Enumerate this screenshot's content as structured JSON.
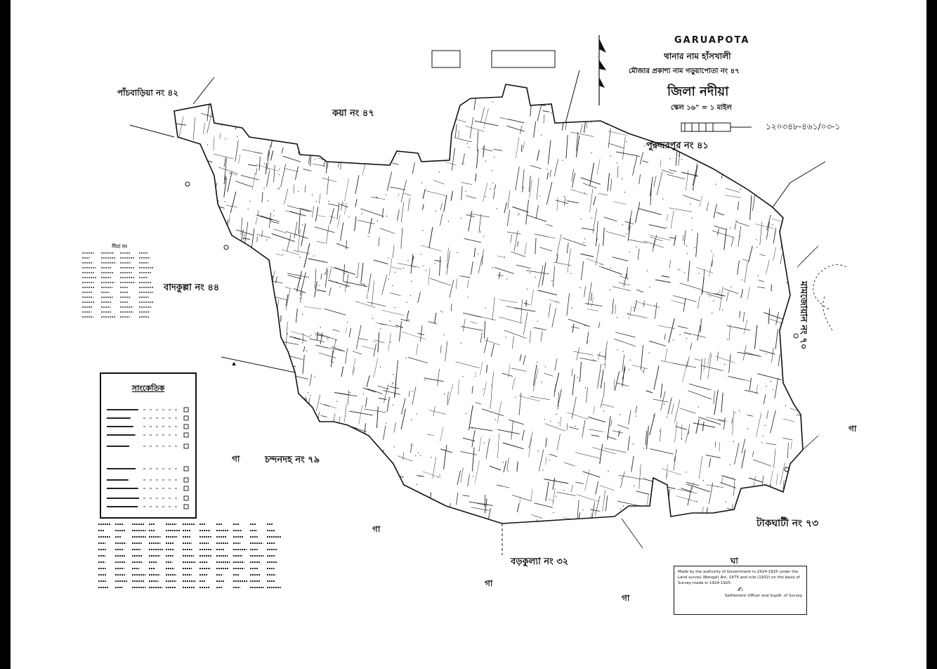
{
  "header": {
    "title": "GARUAPOTA",
    "thana": "থানার নাম হাঁসখালী",
    "mouza": "মৌজার প্রকাশ্য নাম গড়ুয়াপোতা নং ৪৭",
    "district": "জিলা নদীয়া",
    "scale": "স্কেল ১৬\" = ১ মাইল",
    "ref_code": "১২০৩৪৮-৪৬১/০৩-১"
  },
  "boundaries": {
    "north_west": "পাঁচবাড়িয়া নং ৪২",
    "north_west_num": "৪২",
    "north": "কয়া নং ৪৭",
    "north_east": "পুরন্দরপুর নং ৪১",
    "west": "বাদকুল্লা নং ৪৪",
    "south_west": "চন্দনদহ নং ৭৯",
    "south": "বড়কুল্যা নং ৩২",
    "south_east": "টাকঘাটী নং ৭৩",
    "east": "মামজোয়ান নং ৭০"
  },
  "legend": {
    "title": "সাংকেতিক",
    "notes_title": "সীমা নং"
  },
  "certificate": {
    "text": "Made by the authority of Government in 1924-1925 under the Land survey (Bengal) Act, 1875 and rule (1932) on the basis of Survey made in 1924-1925.",
    "signature": "Settlement Officer and Supdt. of Survey."
  },
  "markers": {
    "ga1": "গা",
    "ga2": "গা",
    "ga3": "গা",
    "ga4": "গা",
    "ga5": "গা",
    "ga6": "ঘা"
  }
}
